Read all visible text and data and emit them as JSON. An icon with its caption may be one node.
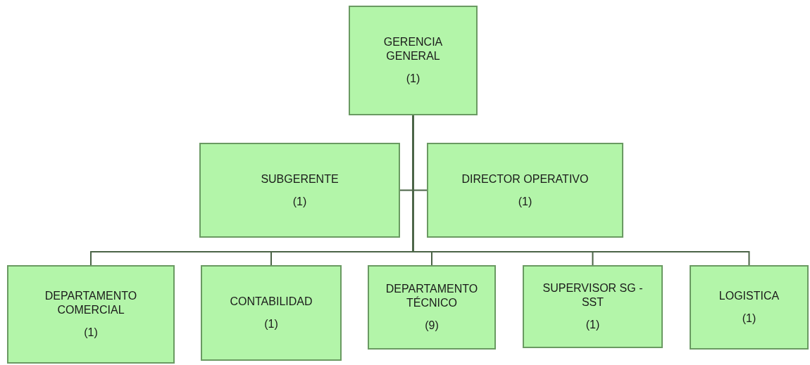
{
  "diagram": {
    "nodes": [
      {
        "text": [
          "GERENCIA GENERAL",
          "(1)"
        ]
      },
      {
        "text": [
          "SUBGERENTE",
          "(1)"
        ]
      },
      {
        "text": [
          "DIRECTOR OPERATIVO",
          "(1)"
        ]
      },
      {
        "text": [
          "DEPARTAMENTO COMERCIAL",
          "(1)"
        ]
      },
      {
        "text": [
          "CONTABILIDAD",
          "(1)"
        ]
      },
      {
        "text": [
          "DEPARTAMENTO TÉCNICO",
          "(9)"
        ]
      },
      {
        "text": [
          "SUPERVISOR SG - SST",
          "(1)"
        ]
      },
      {
        "text": [
          "LOGISTICA",
          "(1)"
        ]
      }
    ],
    "edges": [
      {
        "from": 0,
        "to": 1,
        "arrow": "none"
      },
      {
        "from": 0,
        "to": 2,
        "arrow": "none"
      },
      {
        "from": 0,
        "to": 3,
        "arrow": "none"
      },
      {
        "from": 0,
        "to": 4,
        "arrow": "none"
      },
      {
        "from": 0,
        "to": 5,
        "arrow": "none"
      },
      {
        "from": 0,
        "to": 6,
        "arrow": "none"
      },
      {
        "from": 0,
        "to": 7,
        "arrow": "none"
      }
    ]
  }
}
